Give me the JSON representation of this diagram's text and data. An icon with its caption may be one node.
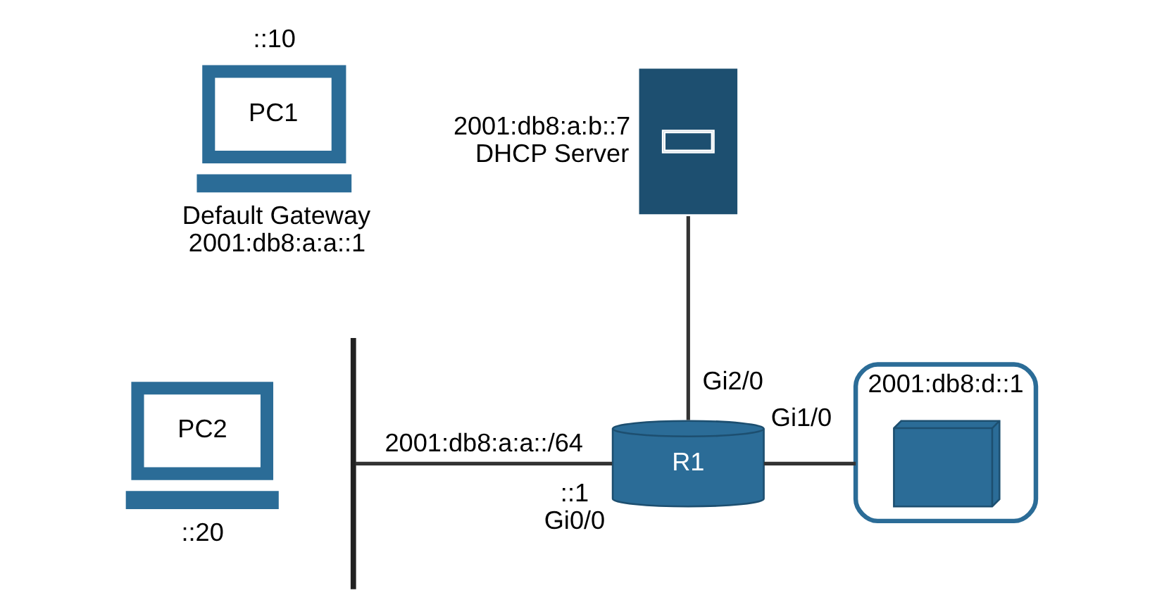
{
  "diagram": {
    "nodes": [
      {
        "text": [
          "PC1"
        ],
        "beside": [
          "::10",
          "Default Gateway 2001:db8:a:a::1"
        ]
      },
      {
        "text": [
          "PC2"
        ],
        "beside": [
          "::20"
        ]
      },
      {
        "text": [],
        "shape": "bar"
      },
      {
        "text": [
          "R1"
        ],
        "beside": [
          "::1",
          "Gi0/0",
          "Gi2/0",
          "Gi1/0"
        ]
      },
      {
        "text": [
          "2001:db8:a:b::7 DHCP Server"
        ]
      },
      {
        "text": [
          "2001:db8:d::1"
        ]
      },
      {
        "text": [],
        "shape": "picture",
        "in": 5
      }
    ],
    "edges": [
      {
        "from": 2,
        "to": 3,
        "arrow": "none",
        "label": "2001:db8:a:a::/64"
      },
      {
        "from": 4,
        "to": 3,
        "arrow": "none"
      },
      {
        "from": 3,
        "to": 5,
        "arrow": "none"
      }
    ]
  }
}
